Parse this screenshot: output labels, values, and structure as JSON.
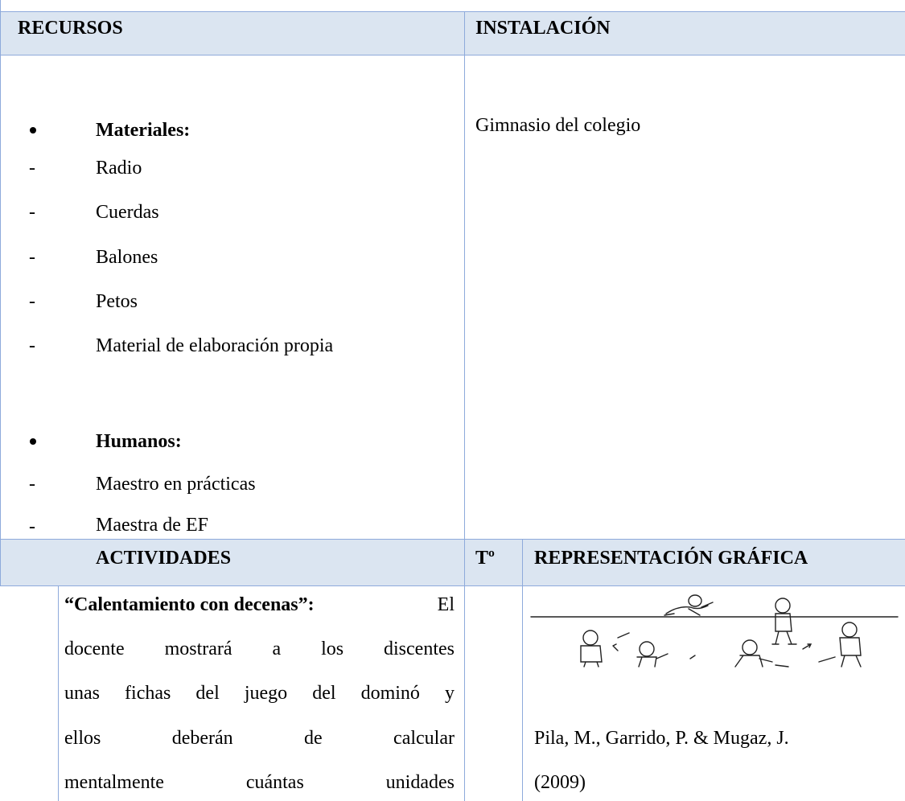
{
  "recursos_header": "RECURSOS",
  "instalacion_header": "INSTALACIÓN",
  "materiales": {
    "heading": "Materiales:",
    "items": [
      "Radio",
      "Cuerdas",
      "Balones",
      "Petos",
      "Material de elaboración propia"
    ]
  },
  "humanos": {
    "heading": "Humanos:",
    "items": [
      "Maestro en prácticas",
      "Maestra de EF"
    ]
  },
  "instalacion_text": "Gimnasio del colegio",
  "actividades_header": "ACTIVIDADES",
  "tiempo_header": "Tº",
  "representacion_header": "REPRESENTACIÓN GRÁFICA",
  "activity": {
    "title": "“Calentamiento con decenas”:",
    "lines": [
      "El",
      "docente mostrará a los discentes",
      "unas fichas del juego del dominó y",
      "ellos deberán de calcular",
      "mentalmente cuántas unidades"
    ]
  },
  "citation": {
    "line1": "Pila, M., Garrido, P. & Mugaz, J.",
    "line2": "(2009)"
  }
}
